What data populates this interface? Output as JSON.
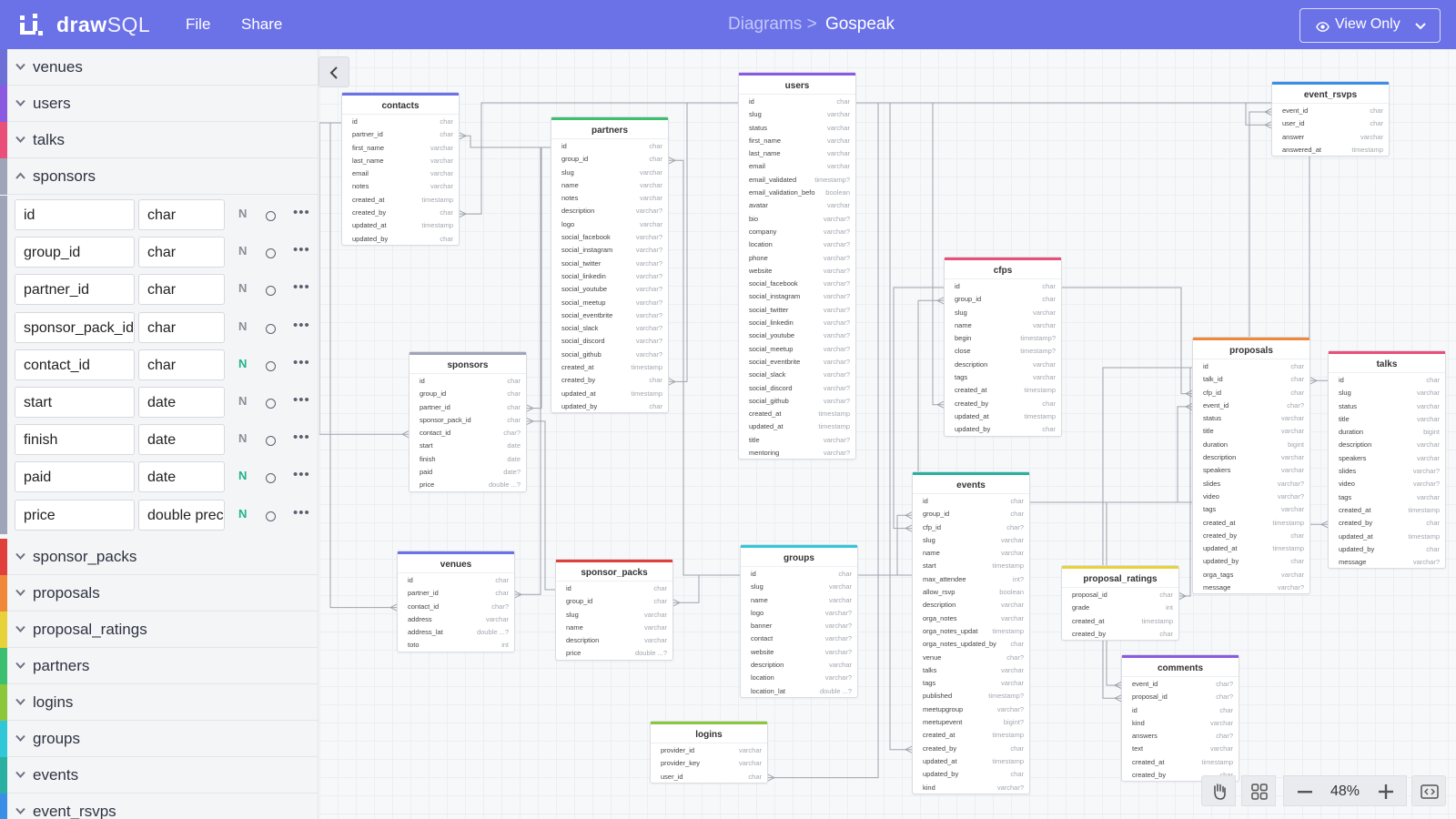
{
  "app": {
    "logo_bold": "draw",
    "logo_light": "SQL",
    "menu": [
      "File",
      "Share"
    ],
    "breadcrumb_parent": "Diagrams >",
    "breadcrumb_current": "Gospeak",
    "view_mode": "View Only",
    "brand_color": "#6b72e8"
  },
  "sidebar": {
    "tables_before": [
      {
        "name": "venues",
        "color": "#6b6fd6",
        "expanded": false
      },
      {
        "name": "users",
        "color": "#8a5be0",
        "expanded": false
      },
      {
        "name": "talks",
        "color": "#e8507a",
        "expanded": false
      },
      {
        "name": "sponsors",
        "color": "#a0a4b8",
        "expanded": true
      }
    ],
    "sponsor_fields": [
      {
        "name": "id",
        "type": "char",
        "nullable_label": "N",
        "nullable": false
      },
      {
        "name": "group_id",
        "type": "char",
        "nullable_label": "N",
        "nullable": false
      },
      {
        "name": "partner_id",
        "type": "char",
        "nullable_label": "N",
        "nullable": false
      },
      {
        "name": "sponsor_pack_id",
        "type": "char",
        "nullable_label": "N",
        "nullable": false
      },
      {
        "name": "contact_id",
        "type": "char",
        "nullable_label": "N",
        "nullable": true
      },
      {
        "name": "start",
        "type": "date",
        "nullable_label": "N",
        "nullable": false
      },
      {
        "name": "finish",
        "type": "date",
        "nullable_label": "N",
        "nullable": false
      },
      {
        "name": "paid",
        "type": "date",
        "nullable_label": "N",
        "nullable": true
      },
      {
        "name": "price",
        "type": "double prec",
        "nullable_label": "N",
        "nullable": true
      }
    ],
    "tables_after": [
      {
        "name": "sponsor_packs",
        "color": "#e0403c"
      },
      {
        "name": "proposals",
        "color": "#f0883a"
      },
      {
        "name": "proposal_ratings",
        "color": "#e8d23a"
      },
      {
        "name": "partners",
        "color": "#3cc070"
      },
      {
        "name": "logins",
        "color": "#8cc63a"
      },
      {
        "name": "groups",
        "color": "#30c8d8"
      },
      {
        "name": "events",
        "color": "#2ab0a0"
      },
      {
        "name": "event_rsvps",
        "color": "#3a8ee8"
      }
    ]
  },
  "entities": [
    {
      "name": "contacts",
      "color": "#6b72e8",
      "columns": [
        [
          "id",
          "char"
        ],
        [
          "partner_id",
          "char"
        ],
        [
          "first_name",
          "varchar"
        ],
        [
          "last_name",
          "varchar"
        ],
        [
          "email",
          "varchar"
        ],
        [
          "notes",
          "varchar"
        ],
        [
          "created_at",
          "timestamp"
        ],
        [
          "created_by",
          "char"
        ],
        [
          "updated_at",
          "timestamp"
        ],
        [
          "updated_by",
          "char"
        ]
      ]
    },
    {
      "name": "partners",
      "color": "#3cc070",
      "columns": [
        [
          "id",
          "char"
        ],
        [
          "group_id",
          "char"
        ],
        [
          "slug",
          "varchar"
        ],
        [
          "name",
          "varchar"
        ],
        [
          "notes",
          "varchar"
        ],
        [
          "description",
          "varchar?"
        ],
        [
          "logo",
          "varchar"
        ],
        [
          "social_facebook",
          "varchar?"
        ],
        [
          "social_instagram",
          "varchar?"
        ],
        [
          "social_twitter",
          "varchar?"
        ],
        [
          "social_linkedin",
          "varchar?"
        ],
        [
          "social_youtube",
          "varchar?"
        ],
        [
          "social_meetup",
          "varchar?"
        ],
        [
          "social_eventbrite",
          "varchar?"
        ],
        [
          "social_slack",
          "varchar?"
        ],
        [
          "social_discord",
          "varchar?"
        ],
        [
          "social_github",
          "varchar?"
        ],
        [
          "created_at",
          "timestamp"
        ],
        [
          "created_by",
          "char"
        ],
        [
          "updated_at",
          "timestamp"
        ],
        [
          "updated_by",
          "char"
        ]
      ]
    },
    {
      "name": "users",
      "color": "#8a5be0",
      "columns": [
        [
          "id",
          "char"
        ],
        [
          "slug",
          "varchar"
        ],
        [
          "status",
          "varchar"
        ],
        [
          "first_name",
          "varchar"
        ],
        [
          "last_name",
          "varchar"
        ],
        [
          "email",
          "varchar"
        ],
        [
          "email_validated",
          "timestamp?"
        ],
        [
          "email_validation_befo",
          "boolean"
        ],
        [
          "avatar",
          "varchar"
        ],
        [
          "bio",
          "varchar?"
        ],
        [
          "company",
          "varchar?"
        ],
        [
          "location",
          "varchar?"
        ],
        [
          "phone",
          "varchar?"
        ],
        [
          "website",
          "varchar?"
        ],
        [
          "social_facebook",
          "varchar?"
        ],
        [
          "social_instagram",
          "varchar?"
        ],
        [
          "social_twitter",
          "varchar?"
        ],
        [
          "social_linkedin",
          "varchar?"
        ],
        [
          "social_youtube",
          "varchar?"
        ],
        [
          "social_meetup",
          "varchar?"
        ],
        [
          "social_eventbrite",
          "varchar?"
        ],
        [
          "social_slack",
          "varchar?"
        ],
        [
          "social_discord",
          "varchar?"
        ],
        [
          "social_github",
          "varchar?"
        ],
        [
          "created_at",
          "timestamp"
        ],
        [
          "updated_at",
          "timestamp"
        ],
        [
          "title",
          "varchar?"
        ],
        [
          "mentoring",
          "varchar?"
        ]
      ]
    },
    {
      "name": "event_rsvps",
      "color": "#3a8ee8",
      "columns": [
        [
          "event_id",
          "char"
        ],
        [
          "user_id",
          "char"
        ],
        [
          "answer",
          "varchar"
        ],
        [
          "answered_at",
          "timestamp"
        ]
      ]
    },
    {
      "name": "cfps",
      "color": "#e8507a",
      "columns": [
        [
          "id",
          "char"
        ],
        [
          "group_id",
          "char"
        ],
        [
          "slug",
          "varchar"
        ],
        [
          "name",
          "varchar"
        ],
        [
          "begin",
          "timestamp?"
        ],
        [
          "close",
          "timestamp?"
        ],
        [
          "description",
          "varchar"
        ],
        [
          "tags",
          "varchar"
        ],
        [
          "created_at",
          "timestamp"
        ],
        [
          "created_by",
          "char"
        ],
        [
          "updated_at",
          "timestamp"
        ],
        [
          "updated_by",
          "char"
        ]
      ]
    },
    {
      "name": "sponsors",
      "color": "#a0a4b8",
      "columns": [
        [
          "id",
          "char"
        ],
        [
          "group_id",
          "char"
        ],
        [
          "partner_id",
          "char"
        ],
        [
          "sponsor_pack_id",
          "char"
        ],
        [
          "contact_id",
          "char?"
        ],
        [
          "start",
          "date"
        ],
        [
          "finish",
          "date"
        ],
        [
          "paid",
          "date?"
        ],
        [
          "price",
          "double ...?"
        ]
      ]
    },
    {
      "name": "proposals",
      "color": "#f0883a",
      "columns": [
        [
          "id",
          "char"
        ],
        [
          "talk_id",
          "char"
        ],
        [
          "cfp_id",
          "char"
        ],
        [
          "event_id",
          "char?"
        ],
        [
          "status",
          "varchar"
        ],
        [
          "title",
          "varchar"
        ],
        [
          "duration",
          "bigint"
        ],
        [
          "description",
          "varchar"
        ],
        [
          "speakers",
          "varchar"
        ],
        [
          "slides",
          "varchar?"
        ],
        [
          "video",
          "varchar?"
        ],
        [
          "tags",
          "varchar"
        ],
        [
          "created_at",
          "timestamp"
        ],
        [
          "created_by",
          "char"
        ],
        [
          "updated_at",
          "timestamp"
        ],
        [
          "updated_by",
          "char"
        ],
        [
          "orga_tags",
          "varchar"
        ],
        [
          "message",
          "varchar?"
        ]
      ]
    },
    {
      "name": "talks",
      "color": "#e8507a",
      "columns": [
        [
          "id",
          "char"
        ],
        [
          "slug",
          "varchar"
        ],
        [
          "status",
          "varchar"
        ],
        [
          "title",
          "varchar"
        ],
        [
          "duration",
          "bigint"
        ],
        [
          "description",
          "varchar"
        ],
        [
          "speakers",
          "varchar"
        ],
        [
          "slides",
          "varchar?"
        ],
        [
          "video",
          "varchar?"
        ],
        [
          "tags",
          "varchar"
        ],
        [
          "created_at",
          "timestamp"
        ],
        [
          "created_by",
          "char"
        ],
        [
          "updated_at",
          "timestamp"
        ],
        [
          "updated_by",
          "char"
        ],
        [
          "message",
          "varchar?"
        ]
      ]
    },
    {
      "name": "events",
      "color": "#2ab0a0",
      "columns": [
        [
          "id",
          "char"
        ],
        [
          "group_id",
          "char"
        ],
        [
          "cfp_id",
          "char?"
        ],
        [
          "slug",
          "varchar"
        ],
        [
          "name",
          "varchar"
        ],
        [
          "start",
          "timestamp"
        ],
        [
          "max_attendee",
          "int?"
        ],
        [
          "allow_rsvp",
          "boolean"
        ],
        [
          "description",
          "varchar"
        ],
        [
          "orga_notes",
          "varchar"
        ],
        [
          "orga_notes_updat",
          "timestamp"
        ],
        [
          "orga_notes_updated_by",
          "char"
        ],
        [
          "venue",
          "char?"
        ],
        [
          "talks",
          "varchar"
        ],
        [
          "tags",
          "varchar"
        ],
        [
          "published",
          "timestamp?"
        ],
        [
          "meetupgroup",
          "varchar?"
        ],
        [
          "meetupevent",
          "bigint?"
        ],
        [
          "created_at",
          "timestamp"
        ],
        [
          "created_by",
          "char"
        ],
        [
          "updated_at",
          "timestamp"
        ],
        [
          "updated_by",
          "char"
        ],
        [
          "kind",
          "varchar?"
        ]
      ]
    },
    {
      "name": "venues",
      "color": "#6b72e8",
      "columns": [
        [
          "id",
          "char"
        ],
        [
          "partner_id",
          "char"
        ],
        [
          "contact_id",
          "char?"
        ],
        [
          "address",
          "varchar"
        ],
        [
          "address_lat",
          "double ...?"
        ],
        [
          "toto",
          "int"
        ]
      ]
    },
    {
      "name": "sponsor_packs",
      "color": "#e0403c",
      "columns": [
        [
          "id",
          "char"
        ],
        [
          "group_id",
          "char"
        ],
        [
          "slug",
          "varchar"
        ],
        [
          "name",
          "varchar"
        ],
        [
          "description",
          "varchar"
        ],
        [
          "price",
          "double ...?"
        ]
      ]
    },
    {
      "name": "groups",
      "color": "#30c8d8",
      "columns": [
        [
          "id",
          "char"
        ],
        [
          "slug",
          "varchar"
        ],
        [
          "name",
          "varchar"
        ],
        [
          "logo",
          "varchar?"
        ],
        [
          "banner",
          "varchar?"
        ],
        [
          "contact",
          "varchar?"
        ],
        [
          "website",
          "varchar?"
        ],
        [
          "description",
          "varchar"
        ],
        [
          "location",
          "varchar?"
        ],
        [
          "location_lat",
          "double ...?"
        ]
      ]
    },
    {
      "name": "proposal_ratings",
      "color": "#e8d23a",
      "columns": [
        [
          "proposal_id",
          "char"
        ],
        [
          "grade",
          "int"
        ],
        [
          "created_at",
          "timestamp"
        ],
        [
          "created_by",
          "char"
        ]
      ]
    },
    {
      "name": "comments",
      "color": "#8a5be0",
      "columns": [
        [
          "event_id",
          "char?"
        ],
        [
          "proposal_id",
          "char?"
        ],
        [
          "id",
          "char"
        ],
        [
          "kind",
          "varchar"
        ],
        [
          "answers",
          "char?"
        ],
        [
          "text",
          "varchar"
        ],
        [
          "created_at",
          "timestamp"
        ],
        [
          "created_by",
          "char"
        ]
      ]
    },
    {
      "name": "logins",
      "color": "#8cc63a",
      "columns": [
        [
          "provider_id",
          "varchar"
        ],
        [
          "provider_key",
          "varchar"
        ],
        [
          "user_id",
          "char"
        ]
      ]
    }
  ],
  "toolbar": {
    "zoom": "48%",
    "icons": [
      "hand-icon",
      "grid-icon",
      "zoom-out-icon",
      "zoom-in-icon",
      "embed-icon"
    ]
  }
}
